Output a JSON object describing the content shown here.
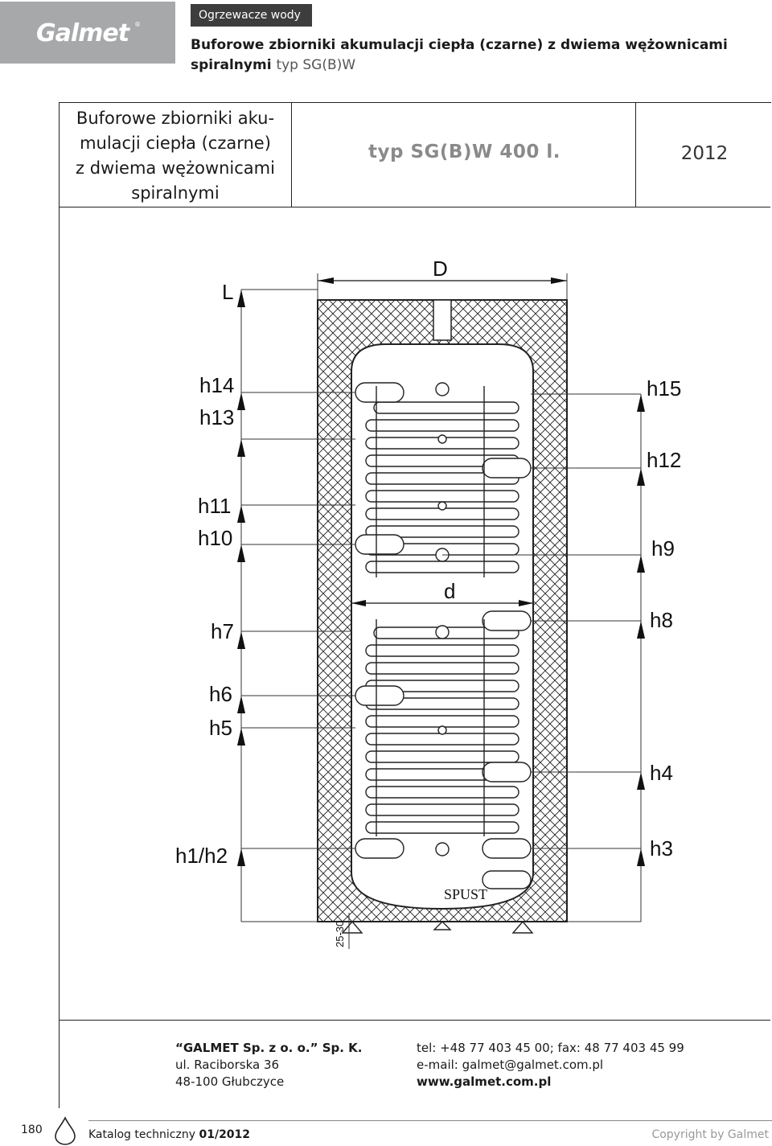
{
  "logo": {
    "text": "Galmet",
    "mark": "®"
  },
  "section_tag": "Ogrzewacze wody",
  "header": {
    "title": "Buforowe zbiorniki akumulacji ciepła (czarne) z dwiema wężownicami spiralnymi",
    "type": "typ SG(B)W"
  },
  "table": {
    "title_lines": [
      "Buforowe zbiorniki aku-",
      "mulacji ciepła (czarne)",
      "z dwiema wężownicami",
      "spiralnymi"
    ],
    "type": "typ SG(B)W 400 l.",
    "year": "2012"
  },
  "drawing": {
    "labels_left": [
      "L",
      "h14",
      "h13",
      "h11",
      "h10",
      "h7",
      "h6",
      "h5",
      "h1/h2"
    ],
    "labels_right": [
      "h15",
      "h12",
      "h9",
      "h8",
      "h4",
      "h3"
    ],
    "label_D": "D",
    "label_d": "d",
    "label_spust": "SPUST",
    "label_gap": "25-30"
  },
  "footer": {
    "company": "“GALMET Sp. z o. o.” Sp. K.",
    "street": "ul. Raciborska 36",
    "city": "48-100 Głubczyce",
    "phone": "tel: +48 77 403 45 00; fax: 48 77 403 45 99",
    "email": "e-mail: galmet@galmet.com.pl",
    "web": "www.galmet.com.pl"
  },
  "page": {
    "number": "180",
    "catalog_prefix": "Katalog techniczny",
    "catalog_issue": "01/2012",
    "copyright": "Copyright by Galmet"
  },
  "icons": {
    "drop": "water-drop-icon"
  }
}
